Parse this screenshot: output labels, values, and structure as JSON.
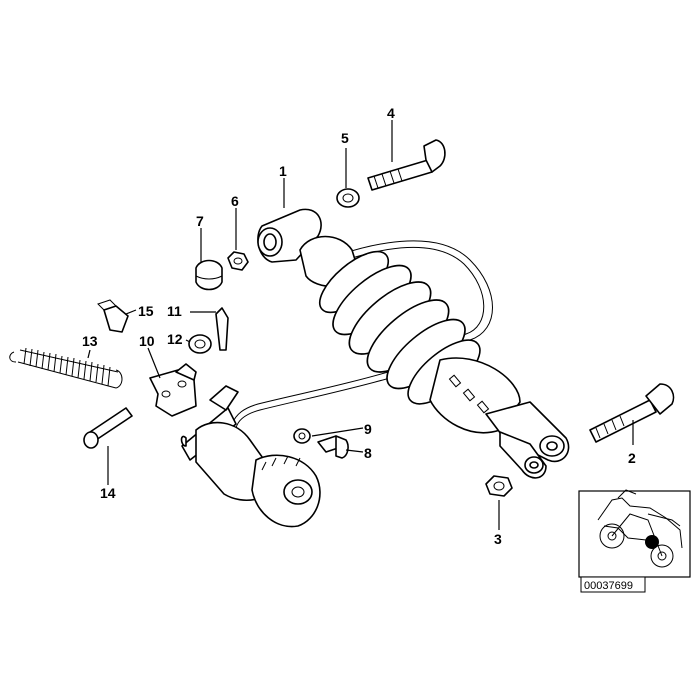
{
  "callouts": [
    "1",
    "2",
    "3",
    "4",
    "5",
    "6",
    "7",
    "8",
    "9",
    "10",
    "11",
    "12",
    "13",
    "14",
    "15"
  ],
  "reference_code": "00037699"
}
